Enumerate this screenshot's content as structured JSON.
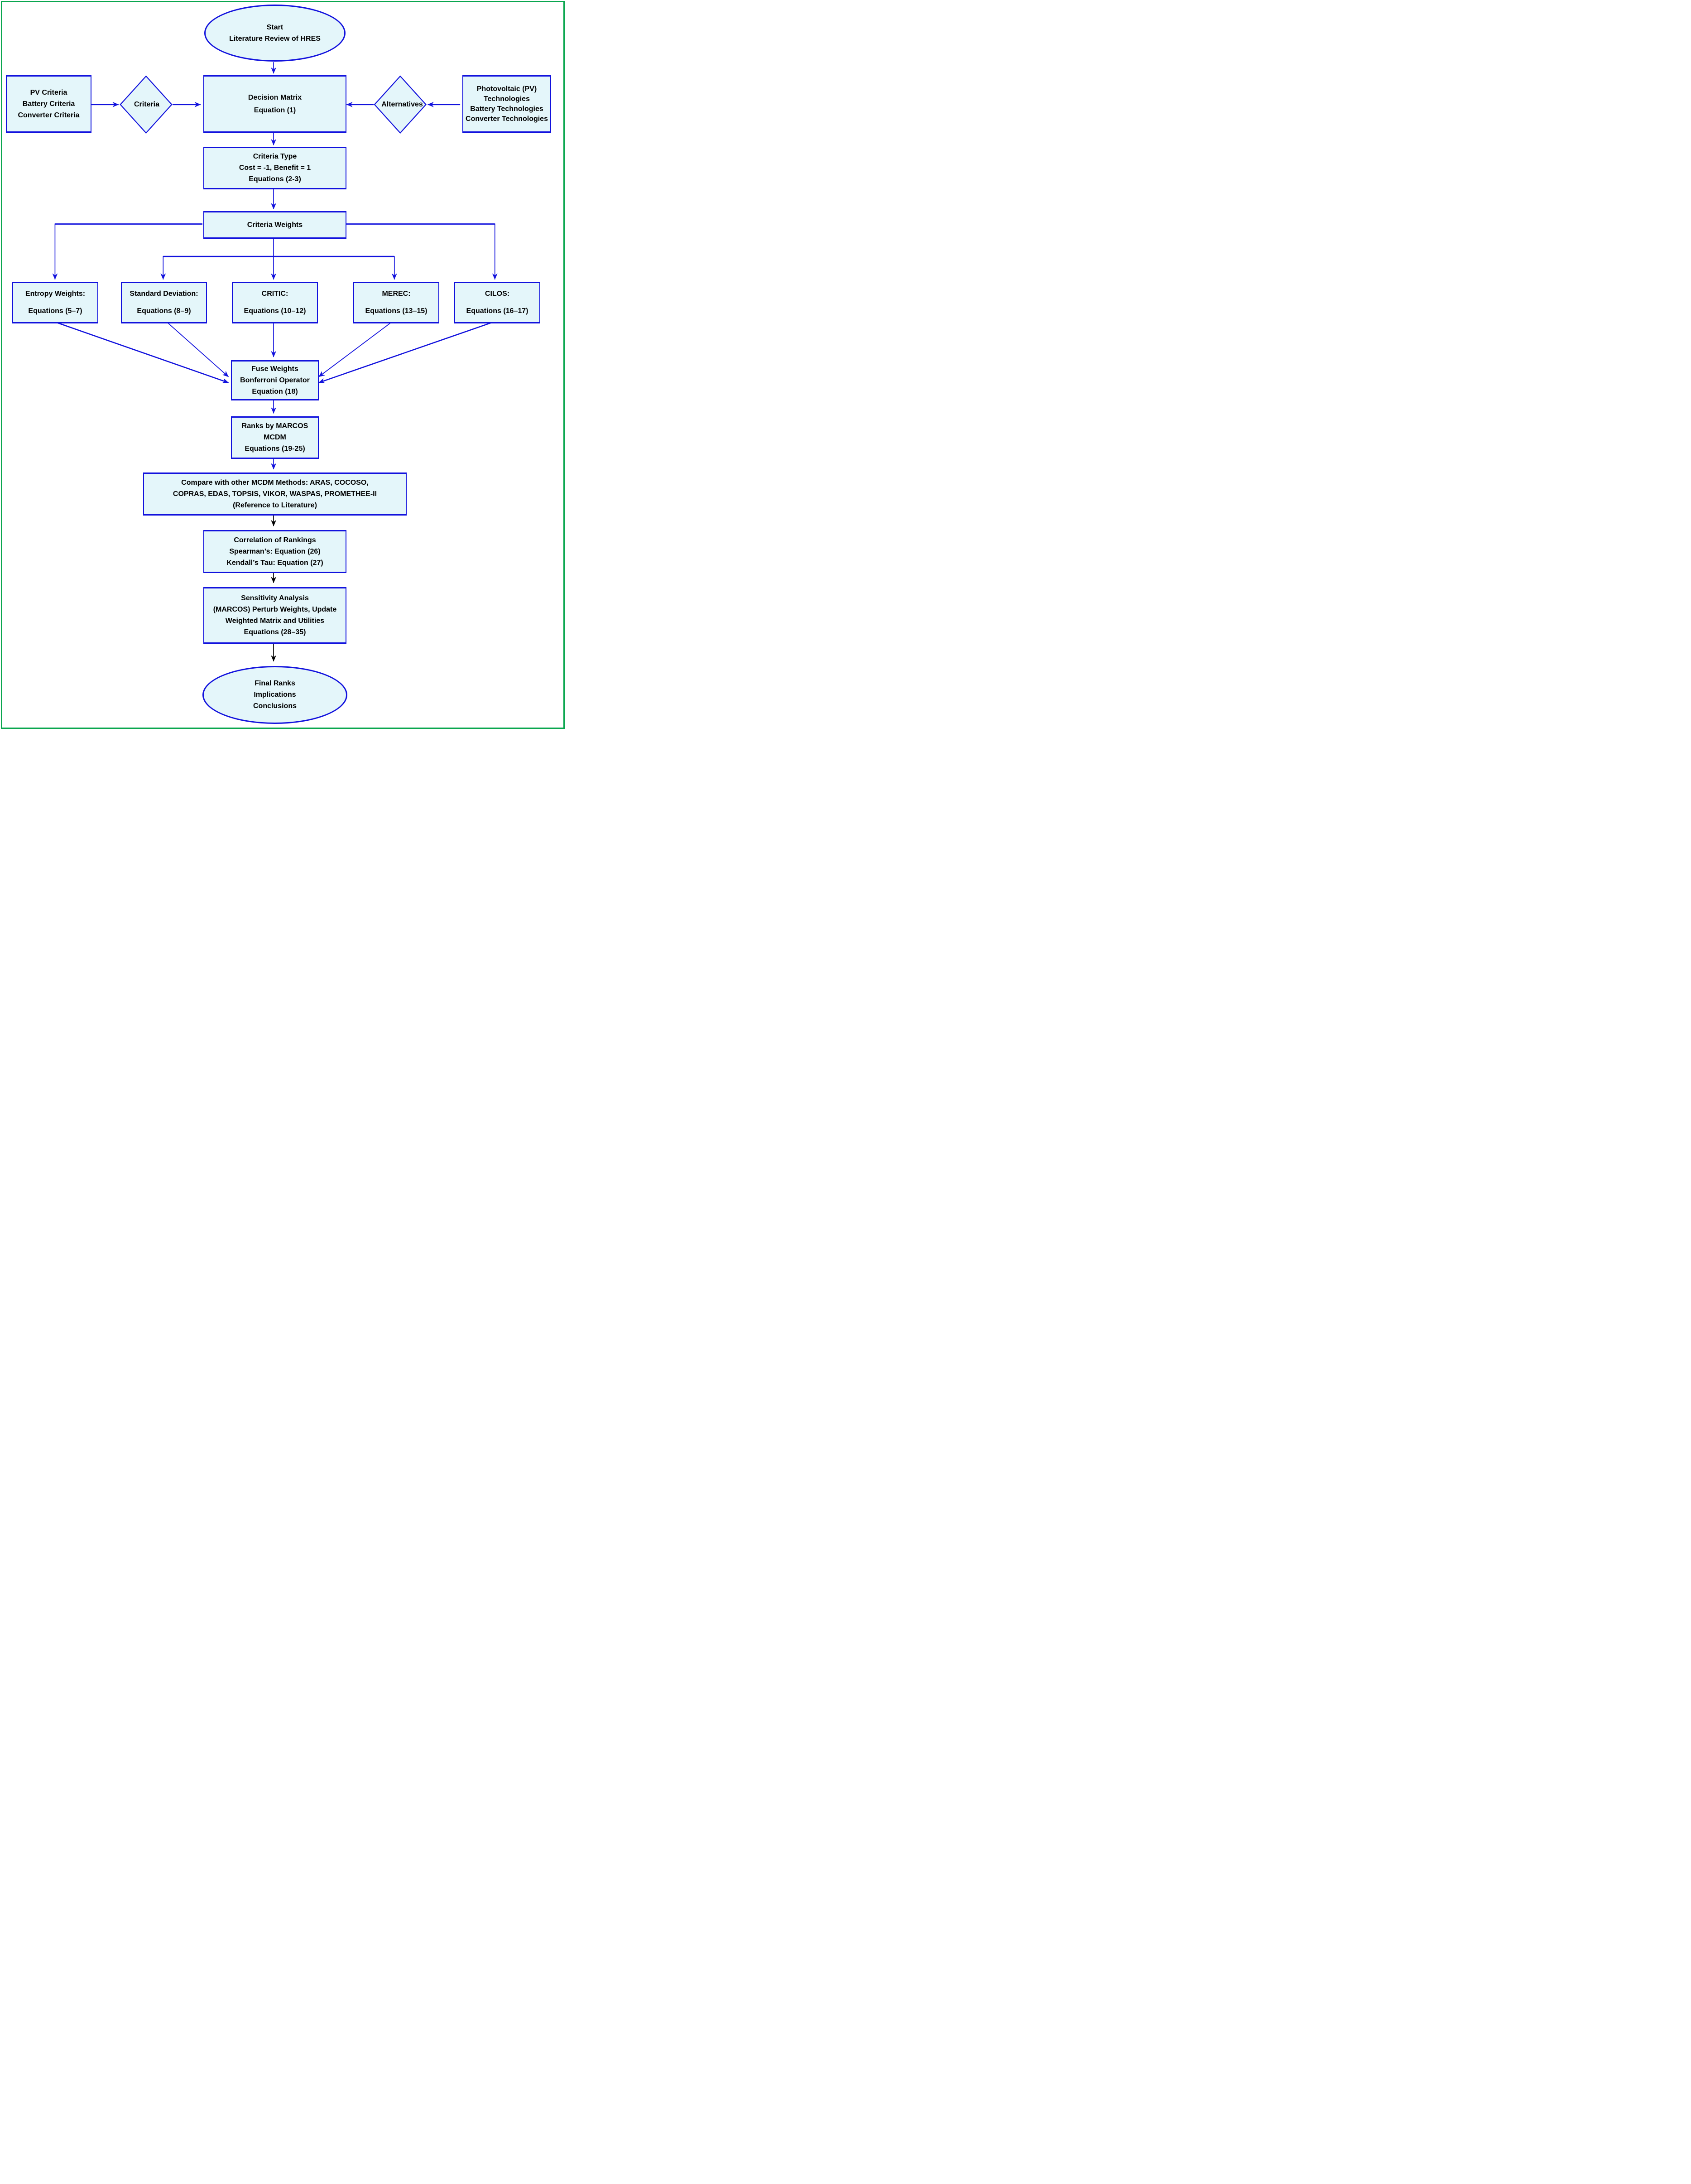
{
  "colors": {
    "node_border_blue": "#1212dd",
    "node_fill": "#e4f6fa",
    "arrow_blue": "#1212dd",
    "arrow_black": "#000000",
    "frame_green": "#0aa64f"
  },
  "nodes": {
    "start": {
      "lines": [
        "Start",
        "Literature Review of HRES"
      ]
    },
    "pv_criteria": {
      "lines": [
        "PV Criteria",
        "Battery Criteria",
        "Converter Criteria"
      ]
    },
    "criteria_diamond": {
      "label": "Criteria"
    },
    "decision_matrix": {
      "lines": [
        "Decision Matrix",
        "Equation (1)"
      ]
    },
    "alternatives_diamond": {
      "label": "Alternatives"
    },
    "technologies": {
      "lines": [
        "Photovoltaic (PV)",
        "Technologies",
        "Battery Technologies",
        "Converter Technologies"
      ]
    },
    "criteria_type": {
      "lines": [
        "Criteria Type",
        "Cost = -1, Benefit = 1",
        "Equations (2-3)"
      ]
    },
    "criteria_weights": {
      "lines": [
        "Criteria Weights"
      ]
    },
    "entropy": {
      "lines": [
        "Entropy Weights:",
        "Equations (5–7)"
      ]
    },
    "std_dev": {
      "lines": [
        "Standard Deviation:",
        "Equations (8–9)"
      ]
    },
    "critic": {
      "lines": [
        "CRITIC:",
        "Equations (10–12)"
      ]
    },
    "merec": {
      "lines": [
        "MEREC:",
        "Equations (13–15)"
      ]
    },
    "cilos": {
      "lines": [
        "CILOS:",
        "Equations (16–17)"
      ]
    },
    "fuse_weights": {
      "lines": [
        "Fuse Weights",
        "Bonferroni Operator",
        "Equation (18)"
      ]
    },
    "marcos_ranks": {
      "lines": [
        "Ranks by MARCOS",
        "MCDM",
        "Equations (19-25)"
      ]
    },
    "compare": {
      "lines": [
        "Compare with other MCDM Methods: ARAS, COCOSO,",
        "COPRAS, EDAS, TOPSIS, VIKOR, WASPAS, PROMETHEE-II",
        "(Reference to Literature)"
      ]
    },
    "correlation": {
      "lines": [
        "Correlation of Rankings",
        "Spearman’s: Equation (26)",
        "Kendall’s Tau: Equation (27)"
      ]
    },
    "sensitivity": {
      "lines": [
        "Sensitivity Analysis",
        "(MARCOS) Perturb Weights, Update",
        "Weighted Matrix and Utilities",
        "Equations (28–35)"
      ]
    },
    "final": {
      "lines": [
        "Final Ranks",
        "Implications",
        "Conclusions"
      ]
    }
  }
}
